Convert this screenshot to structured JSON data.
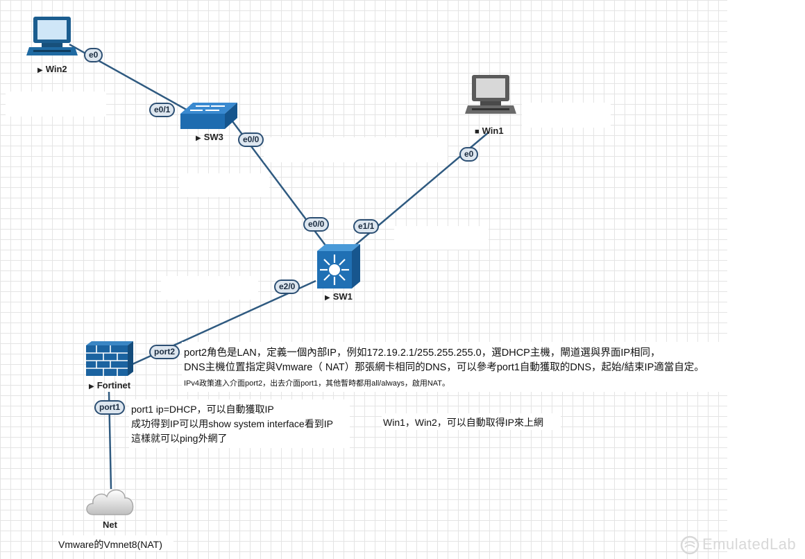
{
  "nodes": {
    "win2": {
      "label": "Win2",
      "state": "running"
    },
    "sw3": {
      "label": "SW3",
      "state": "running"
    },
    "win1": {
      "label": "Win1",
      "state": "stopped"
    },
    "sw1": {
      "label": "SW1",
      "state": "running"
    },
    "fortinet": {
      "label": "Fortinet",
      "state": "running"
    },
    "net": {
      "label": "Net"
    }
  },
  "ports": {
    "win2_e0": "e0",
    "sw3_e0_1": "e0/1",
    "sw3_e0_0": "e0/0",
    "win1_e0": "e0",
    "sw1_e0_0": "e0/0",
    "sw1_e1_1": "e1/1",
    "sw1_e2_0": "e2/0",
    "fortinet_port2": "port2",
    "fortinet_port1": "port1"
  },
  "notes": {
    "port2_line1": "port2角色是LAN，定義一個內部IP，例如172.19.2.1/255.255.255.0，選DHCP主機，閘道選與界面IP相同，",
    "port2_line2": "DNS主機位置指定與Vmware（ NAT）那張網卡相同的DNS，可以參考port1自動獲取的DNS，起始/結束IP適當自定。",
    "policy": "IPv4政策進入介面port2，出去介面port1，其他暫時都用all/always，啟用NAT。",
    "port1_line1": "port1 ip=DHCP，可以自動獲取IP",
    "port1_line2": "成功得到IP可以用show system interface看到IP",
    "port1_line3": "這樣就可以ping外網了",
    "clients": "Win1，Win2，可以自動取得IP來上網",
    "vmnet": "Vmware的Vmnet8(NAT)"
  },
  "watermark": "EmulatedLab",
  "colors": {
    "link": "#2f5a80",
    "port_fill": "#dde6ef",
    "port_border": "#2c4f73",
    "device_blue": "#1b5d8f",
    "switch_blue": "#2878b8"
  }
}
